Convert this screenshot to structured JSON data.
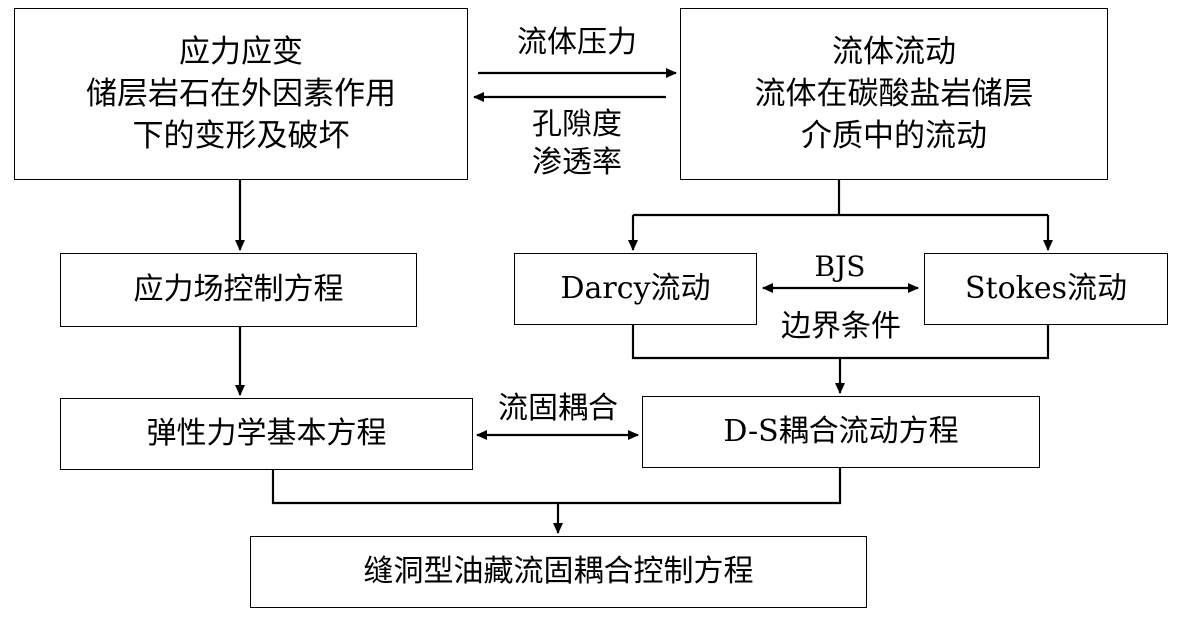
{
  "boxes": {
    "stress_strain": {
      "lines": [
        "应力应变",
        "储层岩石在外因素作用",
        "下的变形及破坏"
      ]
    },
    "fluid_flow": {
      "lines": [
        "流体流动",
        "流体在碳酸盐岩储层",
        "介质中的流动"
      ]
    },
    "stress_field_eq": {
      "lines": [
        "应力场控制方程"
      ]
    },
    "darcy_flow": {
      "lines": [
        "Darcy流动"
      ]
    },
    "stokes_flow": {
      "lines": [
        "Stokes流动"
      ]
    },
    "elastic_eq": {
      "lines": [
        "弹性力学基本方程"
      ]
    },
    "ds_coupled_eq": {
      "lines": [
        "D-S耦合流动方程"
      ]
    },
    "final_eq": {
      "lines": [
        "缝洞型油藏流固耦合控制方程"
      ]
    }
  },
  "labels": {
    "fluid_pressure": "流体压力",
    "porosity": "孔隙度",
    "permeability": "渗透率",
    "bjs": "BJS",
    "boundary_condition": "边界条件",
    "fsi": "流固耦合"
  }
}
